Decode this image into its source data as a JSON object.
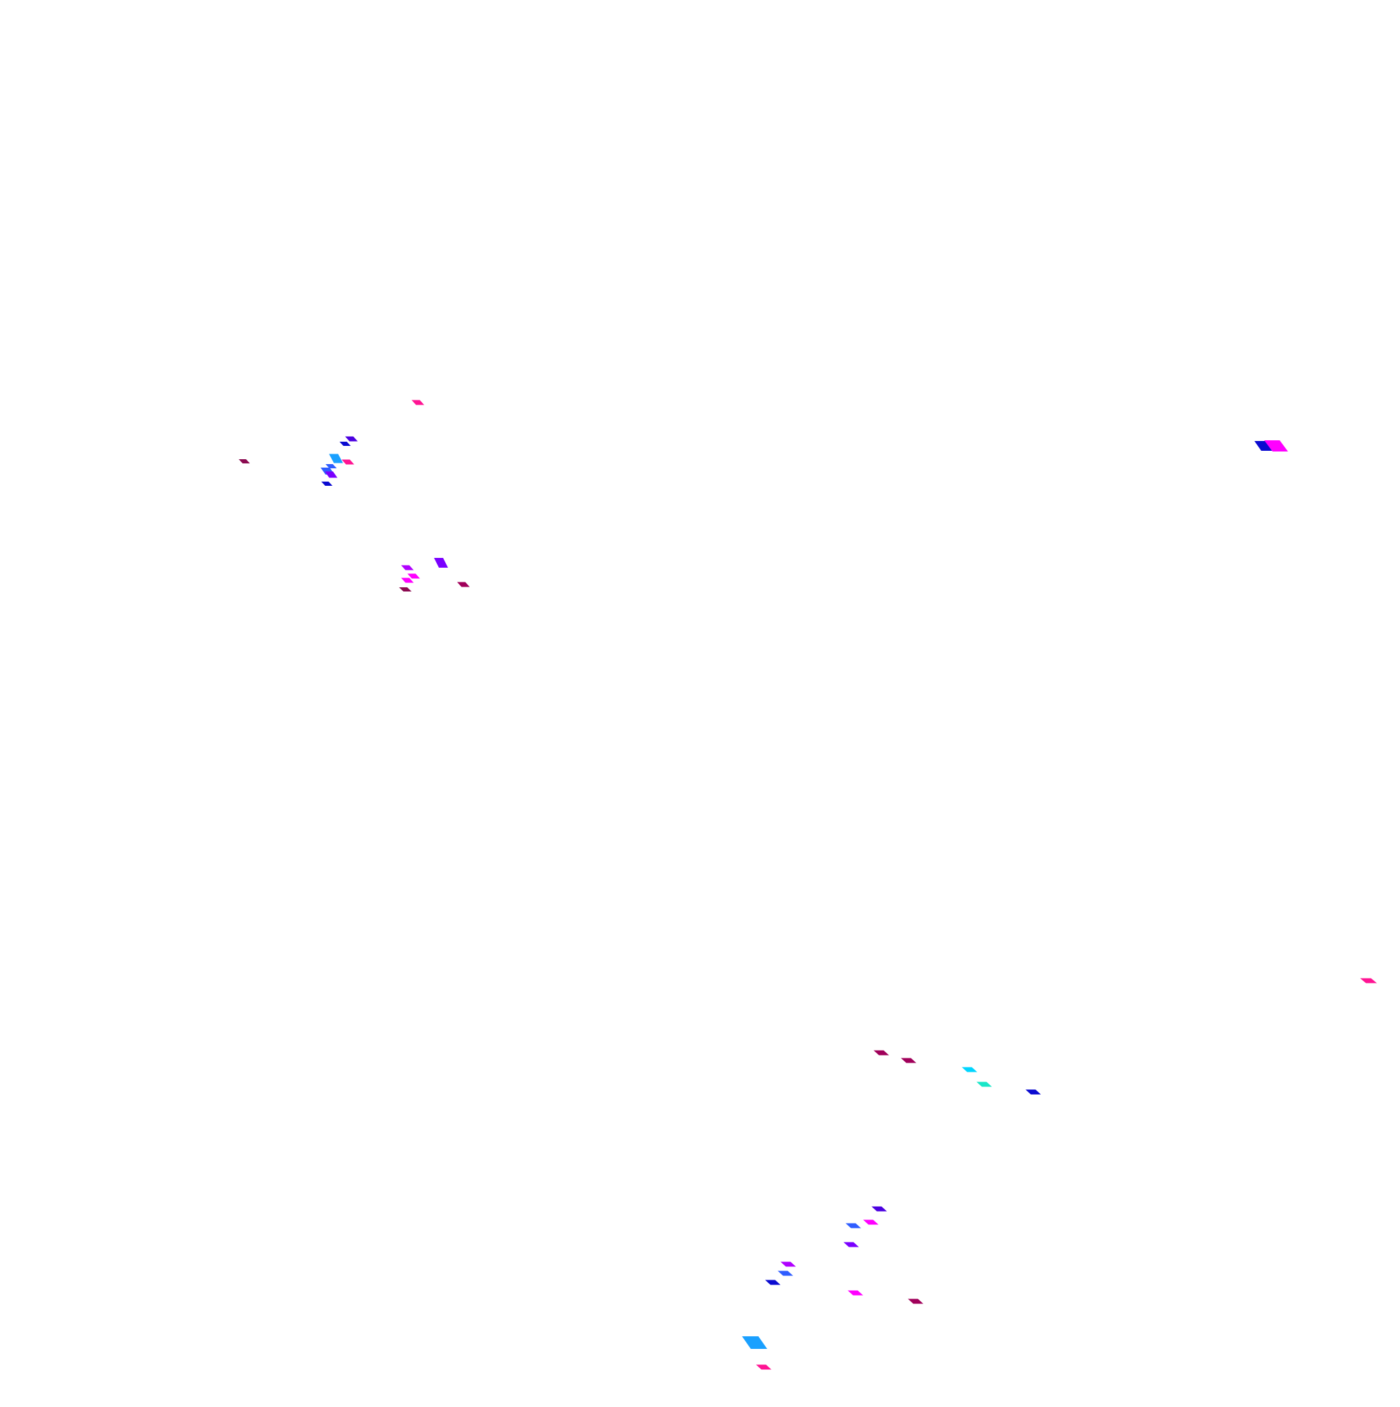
{
  "palette": {
    "background": "#ffffff",
    "maroon": "#8b0a50",
    "crimson": "#a0005a",
    "hot_pink": "#ff1493",
    "magenta": "#ff00ff",
    "violet": "#b000ff",
    "purple": "#7a00ff",
    "indigo": "#4b00e0",
    "navy": "#0a0ad0",
    "blue": "#2f5dff",
    "sky": "#1aa0ff",
    "cyan": "#00d5ff",
    "teal": "#19e6c8"
  },
  "marks": [
    {
      "name": "marker-01",
      "color": "hot_pink"
    },
    {
      "name": "marker-02",
      "color": "indigo"
    },
    {
      "name": "marker-03",
      "color": "navy"
    },
    {
      "name": "marker-04",
      "color": "maroon"
    },
    {
      "name": "marker-05",
      "color": "sky"
    },
    {
      "name": "marker-06",
      "color": "hot_pink"
    },
    {
      "name": "marker-07",
      "color": "blue"
    },
    {
      "name": "marker-08",
      "color": "blue"
    },
    {
      "name": "marker-09",
      "color": "purple"
    },
    {
      "name": "marker-10",
      "color": "navy"
    },
    {
      "name": "marker-11",
      "color": "navy"
    },
    {
      "name": "marker-12",
      "color": "magenta"
    },
    {
      "name": "marker-13",
      "color": "purple"
    },
    {
      "name": "marker-14",
      "color": "violet"
    },
    {
      "name": "marker-15",
      "color": "magenta"
    },
    {
      "name": "marker-16",
      "color": "magenta"
    },
    {
      "name": "marker-17",
      "color": "maroon"
    },
    {
      "name": "marker-18",
      "color": "crimson"
    },
    {
      "name": "marker-19",
      "color": "hot_pink"
    },
    {
      "name": "marker-20",
      "color": "crimson"
    },
    {
      "name": "marker-21",
      "color": "crimson"
    },
    {
      "name": "marker-22",
      "color": "cyan"
    },
    {
      "name": "marker-23",
      "color": "teal"
    },
    {
      "name": "marker-24",
      "color": "navy"
    },
    {
      "name": "marker-25",
      "color": "indigo"
    },
    {
      "name": "marker-26",
      "color": "blue"
    },
    {
      "name": "marker-27",
      "color": "magenta"
    },
    {
      "name": "marker-28",
      "color": "purple"
    },
    {
      "name": "marker-29",
      "color": "violet"
    },
    {
      "name": "marker-30",
      "color": "blue"
    },
    {
      "name": "marker-31",
      "color": "navy"
    },
    {
      "name": "marker-32",
      "color": "magenta"
    },
    {
      "name": "marker-33",
      "color": "crimson"
    },
    {
      "name": "marker-34",
      "color": "sky"
    },
    {
      "name": "marker-35",
      "color": "hot_pink"
    }
  ]
}
